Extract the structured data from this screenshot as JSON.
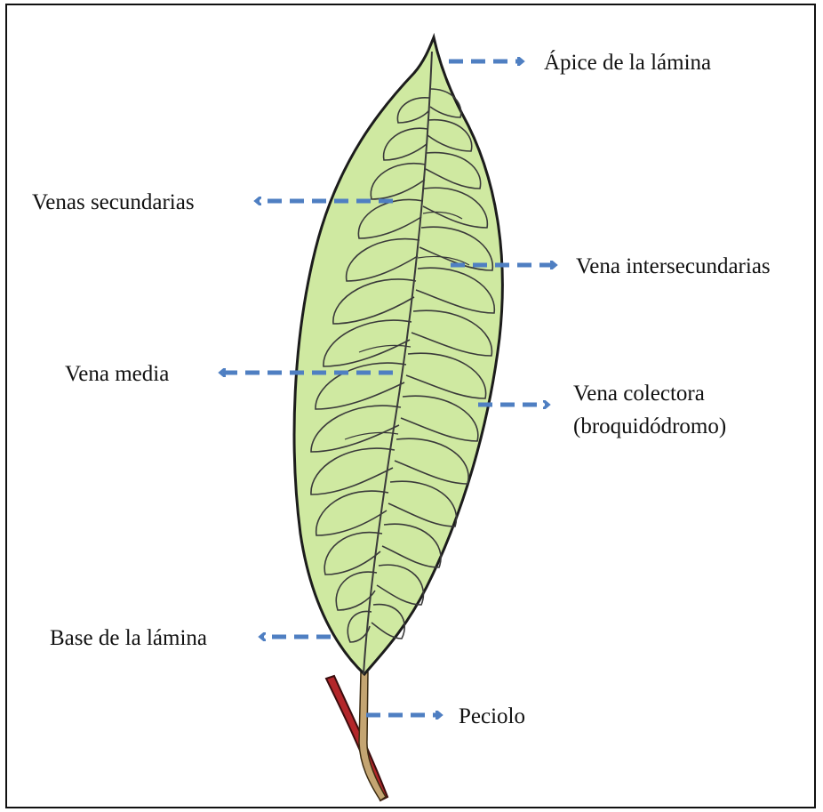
{
  "labels": {
    "apex": "Ápice de la lámina",
    "secondary_veins": "Venas secundarias",
    "intersecondary_vein": "Vena intersecundarias",
    "midrib": "Vena media",
    "collector_vein_line1": "Vena colectora",
    "collector_vein_line2": "(broquidódromo)",
    "base": "Base de la lámina",
    "petiole": "Peciolo"
  },
  "colors": {
    "leaf_fill": "#cfe9a1",
    "leaf_outline": "#1c1c1c",
    "vein": "#3a3a3a",
    "arrow": "#4f7fc2",
    "petiole": "#b3262a"
  }
}
